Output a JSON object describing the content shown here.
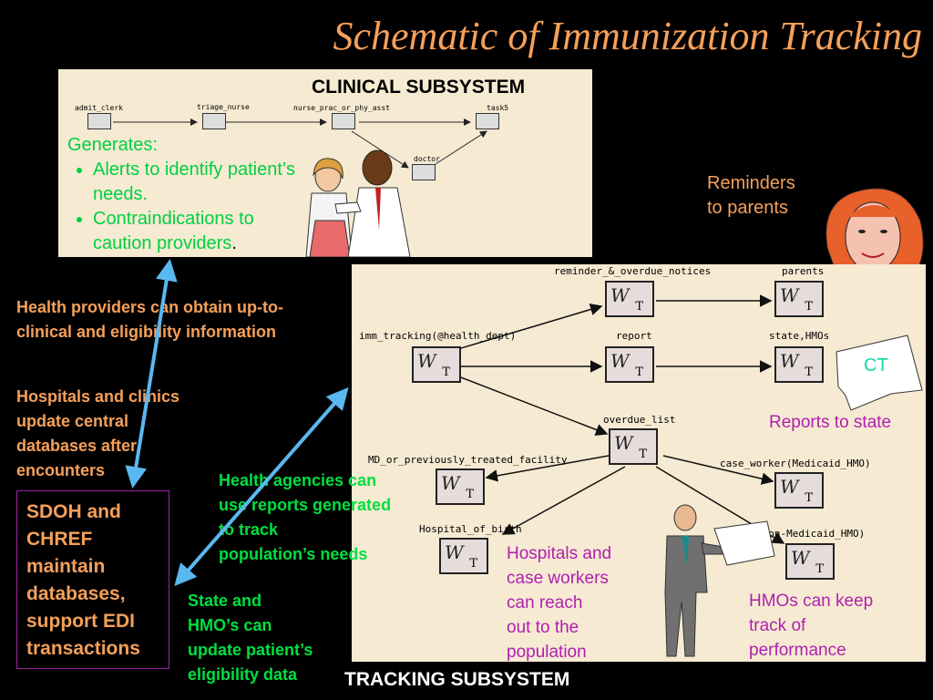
{
  "title": "Schematic of Immunization Tracking",
  "clinical": {
    "title": "CLINICAL SUBSYSTEM",
    "nodes": [
      "admit_clerk",
      "triage_nurse",
      "nurse_prac_or_phy_asst",
      "task5",
      "doctor"
    ],
    "generates": "Generates:",
    "bullets": [
      "Alerts to identify patient’s needs.",
      "Contraindications to caution providers"
    ],
    "bullet_end": "."
  },
  "tracking": {
    "title": "TRACKING SUBSYSTEM",
    "nodes": {
      "imm": "imm_tracking(@health_dept)",
      "reminder": "reminder_&_overdue_notices",
      "parents": "parents",
      "report": "report",
      "state": "state,HMOs",
      "overdue": "overdue_list",
      "md": "MD_or_previously_treated_facility",
      "case_worker": "case_worker(Medicaid_HMO)",
      "hospital": "Hospital_of_birth",
      "non_medicaid": "(non-Medicaid_HMO)"
    },
    "node_letter": "T",
    "ct_label": "CT",
    "reports_to_state": "Reports to state",
    "hospitals_note": [
      "Hospitals and",
      "case workers",
      "can reach",
      "out to the",
      "population"
    ],
    "hmos_note": [
      "HMOs can keep",
      "track of",
      "performance"
    ]
  },
  "reminders": [
    "Reminders",
    "to parents"
  ],
  "left_notes": {
    "providers": [
      "Health providers can obtain up-to-",
      "clinical and eligibility information"
    ],
    "hospitals": [
      "Hospitals and clinics",
      "update central",
      "databases after",
      "encounters"
    ],
    "sdoh": [
      "SDOH and",
      "CHREF",
      "maintain",
      "databases,",
      "support EDI",
      "transactions"
    ],
    "agencies": [
      "Health agencies can",
      "use reports generated",
      "to track",
      "population’s needs"
    ],
    "state": [
      "State and",
      "HMO’s can",
      "update patient’s",
      "eligibility data"
    ]
  },
  "colors": {
    "title": "#f5a05a",
    "green": "#00e040",
    "teal": "#10d8a8",
    "purple": "#b020b0",
    "arrow": "#5ab8f0",
    "panel": "#f6ead2"
  }
}
